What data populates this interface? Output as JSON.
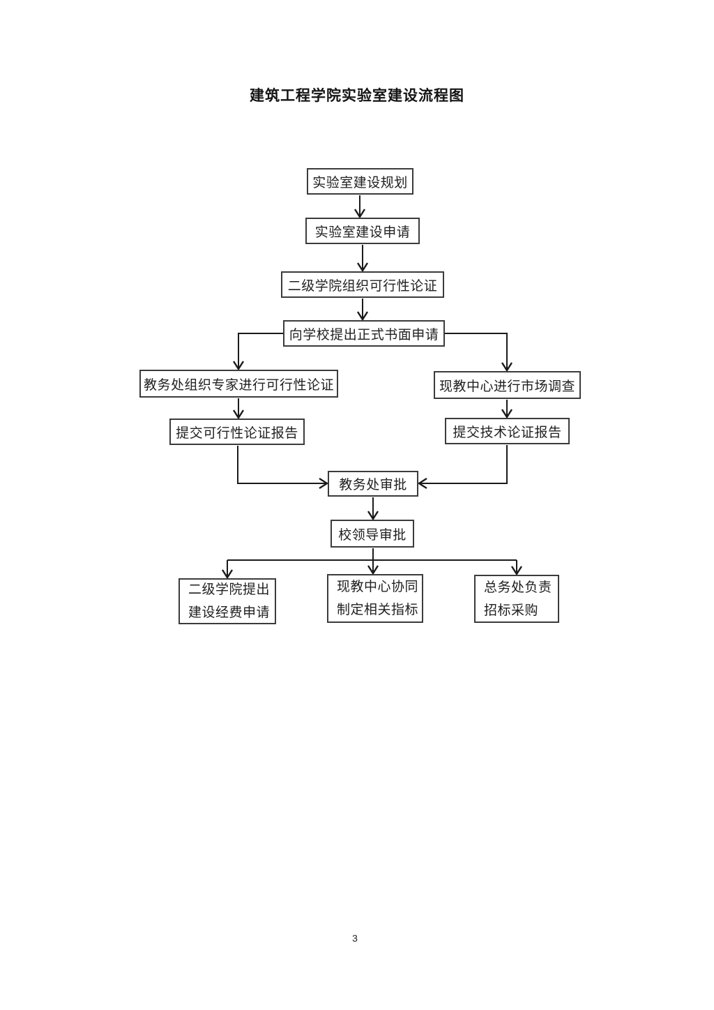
{
  "page": {
    "title": "建筑工程学院实验室建设流程图",
    "page_number": "3"
  },
  "colors": {
    "box_border": "#3b3b3b",
    "connector_line": "#1a1a1a",
    "text": "#1f1f1f",
    "background": "#ffffff"
  },
  "flowchart": {
    "nodes": [
      {
        "id": "lab-construction-plan",
        "label": "实验室建设规划"
      },
      {
        "id": "lab-construction-application",
        "label": "实验室建设申请"
      },
      {
        "id": "college-feasibility-review",
        "label": "二级学院组织可行性论证"
      },
      {
        "id": "formal-written-application",
        "label": "向学校提出正式书面申请"
      },
      {
        "id": "academic-office-expert-review",
        "label": "教务处组织专家进行可行性论证"
      },
      {
        "id": "modern-ed-center-market-survey",
        "label": "现教中心进行市场调查"
      },
      {
        "id": "submit-feasibility-report",
        "label": "提交可行性论证报告"
      },
      {
        "id": "submit-technical-report",
        "label": "提交技术论证报告"
      },
      {
        "id": "academic-office-approval",
        "label": "教务处审批"
      },
      {
        "id": "school-leader-approval",
        "label": "校领导审批"
      },
      {
        "id": "college-funding-application",
        "label": "二级学院提出\n建设经费申请"
      },
      {
        "id": "center-define-indicators",
        "label": "现教中心协同\n制定相关指标"
      },
      {
        "id": "general-affairs-procurement",
        "label": "总务处负责\n招标采购"
      }
    ],
    "edges": [
      {
        "from": "lab-construction-plan",
        "to": "lab-construction-application"
      },
      {
        "from": "lab-construction-application",
        "to": "college-feasibility-review"
      },
      {
        "from": "college-feasibility-review",
        "to": "formal-written-application"
      },
      {
        "from": "formal-written-application",
        "to": "academic-office-expert-review"
      },
      {
        "from": "formal-written-application",
        "to": "modern-ed-center-market-survey"
      },
      {
        "from": "academic-office-expert-review",
        "to": "submit-feasibility-report"
      },
      {
        "from": "modern-ed-center-market-survey",
        "to": "submit-technical-report"
      },
      {
        "from": "submit-feasibility-report",
        "to": "academic-office-approval"
      },
      {
        "from": "submit-technical-report",
        "to": "academic-office-approval"
      },
      {
        "from": "academic-office-approval",
        "to": "school-leader-approval"
      },
      {
        "from": "school-leader-approval",
        "to": "college-funding-application"
      },
      {
        "from": "school-leader-approval",
        "to": "center-define-indicators"
      },
      {
        "from": "school-leader-approval",
        "to": "general-affairs-procurement"
      }
    ]
  }
}
